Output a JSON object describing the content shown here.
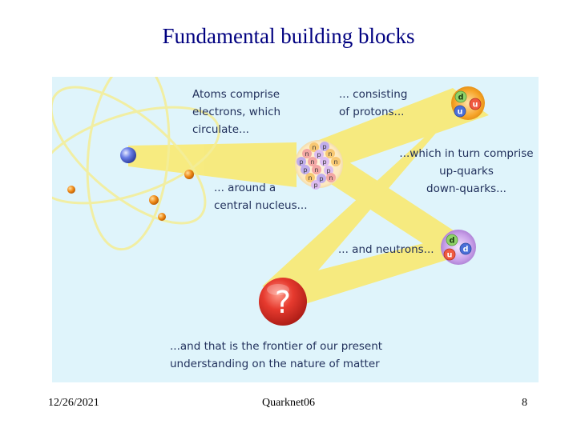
{
  "slide": {
    "title": "Fundamental building blocks",
    "footer": {
      "date": "12/26/2021",
      "center": "Quarknet06",
      "page": "8"
    }
  },
  "diagram": {
    "labels": {
      "atoms": "Atoms comprise\nelectrons, which\ncirculate...",
      "nucleus": "... around a\ncentral nucleus...",
      "protons": "... consisting\nof protons...",
      "quarks": "...which in turn comprise\nup-quarks\ndown-quarks...",
      "neutrons": "... and neutrons...",
      "frontier": "...and that is the frontier of our present\nunderstanding on the nature of matter"
    },
    "question_mark": "?",
    "proton_quarks": [
      "d",
      "u",
      "u"
    ],
    "neutron_quarks": [
      "d",
      "u",
      "d"
    ],
    "nucleon_letters": [
      "n",
      "p",
      "n",
      "p",
      "n",
      "p",
      "n",
      "p",
      "n",
      "p",
      "n",
      "p",
      "n",
      "p",
      "n",
      "p"
    ],
    "colors": {
      "beam": "#fbe96a",
      "background": "#dff4fb",
      "orbit": "#f3ee9a",
      "electron": "#f08a18",
      "core": "#5a6fd8",
      "question_ball": "#e63a2e",
      "proton_ball": "#f7a52a",
      "neutron_ball": "#c79ee8",
      "quark_d": "#8fd36a",
      "quark_u_red": "#f05a40",
      "quark_u_blue": "#4a6fd8",
      "title_text": "#000080"
    }
  }
}
